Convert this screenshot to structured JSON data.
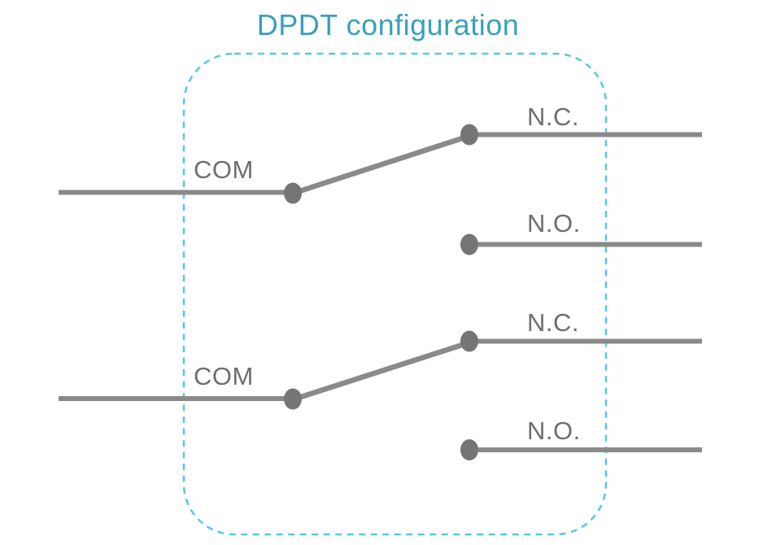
{
  "title": "DPDT configuration",
  "colors": {
    "title": "#3aa0ba",
    "outline": "#54c8e8",
    "line": "#8a8a8a",
    "dot": "#757575",
    "label": "#6e6e6e"
  },
  "diagram": {
    "type": "switch-schematic",
    "description": "Double pole double throw switch, both poles drawn closed to N.C.",
    "poles": [
      {
        "name": "pole-1",
        "com_label": "COM",
        "nc_label": "N.C.",
        "no_label": "N.O.",
        "state": "closed-to-nc"
      },
      {
        "name": "pole-2",
        "com_label": "COM",
        "nc_label": "N.C.",
        "no_label": "N.O.",
        "state": "closed-to-nc"
      }
    ]
  }
}
